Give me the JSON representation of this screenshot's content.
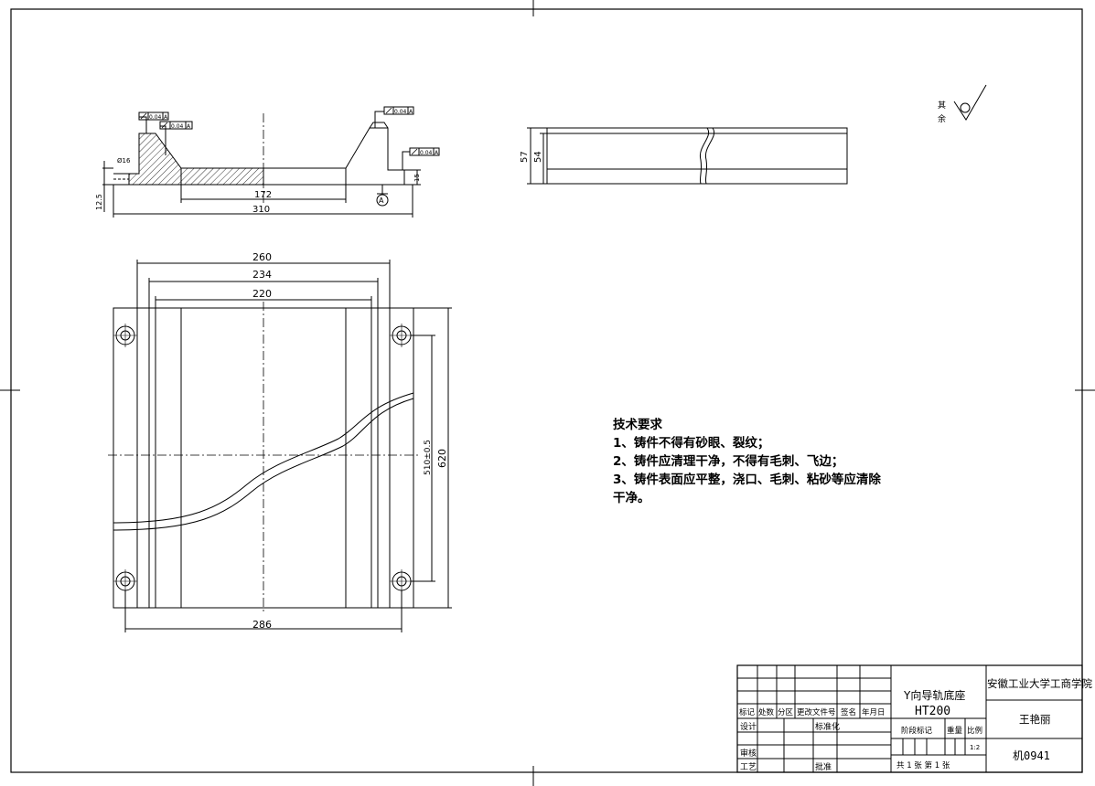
{
  "drawing": {
    "roughness_label": [
      "其",
      "余"
    ],
    "tolerance_labels": {
      "gd1": "0.04",
      "gd2": "0.04",
      "gd3": "0.04",
      "gd4": "0.04",
      "datum": "A"
    },
    "section_view": {
      "dim_172": "172",
      "dim_310": "310",
      "dim_12_5": "12.5",
      "dim_phi16": "Ø16",
      "dim_15": "15",
      "datum_marker": "A"
    },
    "side_view": {
      "dim_57": "57",
      "dim_54": "54"
    },
    "plan_view": {
      "dim_260": "260",
      "dim_234": "234",
      "dim_220": "220",
      "dim_286": "286",
      "dim_510": "510±0.5",
      "dim_620": "620"
    }
  },
  "technical_requirements": {
    "title": "技术要求",
    "items": [
      "1、铸件不得有砂眼、裂纹；",
      "2、铸件应清理干净，不得有毛刺、飞边；",
      "3、铸件表面应平整，浇口、毛刺、粘砂等应清除",
      "干净。"
    ]
  },
  "title_block": {
    "part_name": "Y向导轨底座",
    "material": "HT200",
    "school": "安徽工业大学工商学院",
    "author": "王艳丽",
    "drawing_no": "机0941",
    "scale": "1:2",
    "headers": {
      "mark": "标记",
      "count": "处数",
      "zone": "分区",
      "change_doc": "更改文件号",
      "sign": "签名",
      "date": "年月日",
      "design": "设计",
      "standard": "标准化",
      "review": "审核",
      "process": "工艺",
      "approve": "批准",
      "stage_mark": "阶段标记",
      "weight": "重量",
      "ratio": "比例",
      "sheets": "共 1 张 第 1 张"
    }
  }
}
